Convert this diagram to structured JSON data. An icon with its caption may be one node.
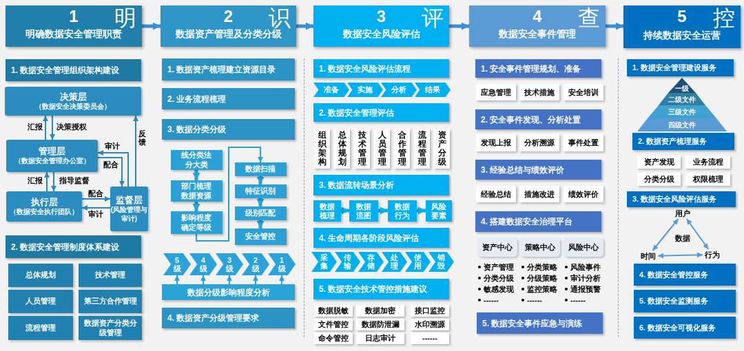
{
  "diagram": {
    "nodes": [
      {
        "text": [
          "1",
          "明",
          "明确数据安全管理职责"
        ]
      },
      {
        "text": [
          "1. 数据安全管理组织架构建设"
        ]
      },
      {
        "text": [
          "决策层",
          "（数据安全决策委员会）"
        ]
      },
      {
        "text": [
          "管理层",
          "（数据安全管理办公室）"
        ]
      },
      {
        "text": [
          "执行层",
          "（数据安全执行团队）"
        ]
      },
      {
        "text": [
          "监督层",
          "(风险管理与审计)"
        ]
      },
      {
        "text": [
          "2. 数据安全管理制度体系建设"
        ]
      },
      {
        "text": [
          "总体规划"
        ]
      },
      {
        "text": [
          "技术管理"
        ]
      },
      {
        "text": [
          "人员管理"
        ]
      },
      {
        "text": [
          "第三方合作管理"
        ]
      },
      {
        "text": [
          "流程管理"
        ]
      },
      {
        "text": [
          "数据资产分类分级管理"
        ]
      },
      {
        "text": [
          "2",
          "识",
          "数据资产管理及分类分级"
        ]
      },
      {
        "text": [
          "1. 数据资产梳理建立资源目录"
        ]
      },
      {
        "text": [
          "2. 业务流程梳理"
        ]
      },
      {
        "text": [
          "3. 数据分类分级"
        ]
      },
      {
        "text": [
          "线分类法分大类"
        ]
      },
      {
        "text": [
          "部门梳理数据资源"
        ]
      },
      {
        "text": [
          "影响程度确定等级"
        ]
      },
      {
        "text": [
          "数据扫描"
        ]
      },
      {
        "text": [
          "特征识别"
        ]
      },
      {
        "text": [
          "级别匹配"
        ]
      },
      {
        "text": [
          "安全管控"
        ]
      },
      {
        "text": [
          "5级"
        ]
      },
      {
        "text": [
          "4级"
        ]
      },
      {
        "text": [
          "3级"
        ]
      },
      {
        "text": [
          "2级"
        ]
      },
      {
        "text": [
          "1级"
        ]
      },
      {
        "text": [
          "数据分级影响程度分析"
        ]
      },
      {
        "text": [
          "4. 数据资产分级管理要求"
        ]
      },
      {
        "text": [
          "3",
          "评",
          "数据安全风险评估"
        ]
      },
      {
        "text": [
          "1. 数据安全风险评估流程"
        ]
      },
      {
        "text": [
          "准备"
        ]
      },
      {
        "text": [
          "实施"
        ]
      },
      {
        "text": [
          "分析"
        ]
      },
      {
        "text": [
          "结果"
        ]
      },
      {
        "text": [
          "2. 数据安全管理评估"
        ]
      },
      {
        "text": [
          "组织架构"
        ]
      },
      {
        "text": [
          "总体规划"
        ]
      },
      {
        "text": [
          "技术管理"
        ]
      },
      {
        "text": [
          "人员管理"
        ]
      },
      {
        "text": [
          "合作管理"
        ]
      },
      {
        "text": [
          "流程管理"
        ]
      },
      {
        "text": [
          "资产分级"
        ]
      },
      {
        "text": [
          "3. 数据流转场景分析"
        ]
      },
      {
        "text": [
          "数据梳理"
        ]
      },
      {
        "text": [
          "数据流图"
        ]
      },
      {
        "text": [
          "数据行为"
        ]
      },
      {
        "text": [
          "风险要素"
        ]
      },
      {
        "text": [
          "4. 生命周期各阶段风险评估"
        ]
      },
      {
        "text": [
          "采集"
        ]
      },
      {
        "text": [
          "传输"
        ]
      },
      {
        "text": [
          "存储"
        ]
      },
      {
        "text": [
          "处理"
        ]
      },
      {
        "text": [
          "使用"
        ]
      },
      {
        "text": [
          "销毁"
        ]
      },
      {
        "text": [
          "5. 数据安全技术管控措施建议"
        ]
      },
      {
        "text": [
          "数据脱敏"
        ]
      },
      {
        "text": [
          "数据加密"
        ]
      },
      {
        "text": [
          "接口监控"
        ]
      },
      {
        "text": [
          "文件管控"
        ]
      },
      {
        "text": [
          "数据防泄漏"
        ]
      },
      {
        "text": [
          "水印溯源"
        ]
      },
      {
        "text": [
          "命令管控"
        ]
      },
      {
        "text": [
          "日志审计"
        ]
      },
      {
        "text": [
          "------"
        ]
      },
      {
        "text": [
          "4",
          "查",
          "数据安全事件管理"
        ]
      },
      {
        "text": [
          "1. 安全事件管理规划、准备"
        ]
      },
      {
        "text": [
          "应急管理"
        ]
      },
      {
        "text": [
          "技术措施"
        ]
      },
      {
        "text": [
          "安全培训"
        ]
      },
      {
        "text": [
          "2. 安全事件发现、分析处置"
        ]
      },
      {
        "text": [
          "发现上报"
        ]
      },
      {
        "text": [
          "分析溯源"
        ]
      },
      {
        "text": [
          "事件处置"
        ]
      },
      {
        "text": [
          "3. 经验总结与绩效评价"
        ]
      },
      {
        "text": [
          "经验总结"
        ]
      },
      {
        "text": [
          "措施改进"
        ]
      },
      {
        "text": [
          "绩效评价"
        ]
      },
      {
        "text": [
          "4. 搭建数据安全治理平台"
        ]
      },
      {
        "text": [
          "资产中心"
        ]
      },
      {
        "text": [
          "策略中心"
        ]
      },
      {
        "text": [
          "风险中心"
        ]
      },
      {
        "text": [
          "5. 数据安全事件应急与演练"
        ]
      },
      {
        "text": [
          "5",
          "控",
          "持续数据安全运营"
        ]
      },
      {
        "text": [
          "1. 数据安全管理建设服务"
        ]
      },
      {
        "text": [
          "一级"
        ]
      },
      {
        "text": [
          "二级文件"
        ]
      },
      {
        "text": [
          "三级文件"
        ]
      },
      {
        "text": [
          "四级文件"
        ]
      },
      {
        "text": [
          "2. 数据资产梳理服务"
        ]
      },
      {
        "text": [
          "资产发现"
        ]
      },
      {
        "text": [
          "业务流程"
        ]
      },
      {
        "text": [
          "分类分级"
        ]
      },
      {
        "text": [
          "权限梳理"
        ]
      },
      {
        "text": [
          "3. 数据安全风险评估服务"
        ]
      },
      {
        "text": [
          "用户"
        ]
      },
      {
        "text": [
          "时间"
        ]
      },
      {
        "text": [
          "行为"
        ]
      },
      {
        "text": [
          "4. 数据安全管控服务"
        ]
      },
      {
        "text": [
          "5. 数据安全监测服务"
        ]
      },
      {
        "text": [
          "6. 数据安全可视化服务"
        ]
      }
    ],
    "edges": [
      {
        "from": 0,
        "to": 13,
        "arrow": "to",
        "style": "thick",
        "color": "#3b8fd4"
      },
      {
        "from": 13,
        "to": 31,
        "arrow": "to",
        "style": "thick",
        "color": "#3b8fd4"
      },
      {
        "from": 31,
        "to": 67,
        "arrow": "to",
        "style": "thick",
        "color": "#3b8fd4"
      },
      {
        "from": 67,
        "to": 85,
        "arrow": "to",
        "style": "thick",
        "color": "#3b8fd4"
      },
      {
        "from": 3,
        "to": 2,
        "arrow": "to",
        "label": "汇报",
        "color": "#2a88bb"
      },
      {
        "from": 2,
        "to": 3,
        "arrow": "to",
        "label": "决策授权",
        "color": "#2a88bb"
      },
      {
        "from": 5,
        "to": 3,
        "arrow": "to",
        "label": "审计",
        "color": "#2a88bb"
      },
      {
        "from": 3,
        "to": 5,
        "arrow": "to",
        "label": "配合",
        "color": "#2a88bb"
      },
      {
        "from": 5,
        "to": 2,
        "arrow": "to",
        "label": "反馈",
        "color": "#2a88bb"
      },
      {
        "from": 4,
        "to": 3,
        "arrow": "to",
        "label": "汇报",
        "color": "#2a88bb"
      },
      {
        "from": 3,
        "to": 4,
        "arrow": "to",
        "label": "指导监督",
        "color": "#2a88bb"
      },
      {
        "from": 4,
        "to": 5,
        "arrow": "to",
        "label": "配合",
        "color": "#2a88bb"
      },
      {
        "from": 5,
        "to": 4,
        "arrow": "to",
        "label": "审计",
        "color": "#2a88bb"
      },
      {
        "from": 17,
        "to": 18,
        "arrow": "to",
        "style": "thick"
      },
      {
        "from": 18,
        "to": 19,
        "arrow": "to",
        "style": "thick"
      },
      {
        "from": 19,
        "to": 20,
        "arrow": "to"
      },
      {
        "from": 20,
        "to": 21,
        "arrow": "to",
        "style": "thick"
      },
      {
        "from": 21,
        "to": 22,
        "arrow": "to",
        "style": "thick"
      },
      {
        "from": 22,
        "to": 23,
        "arrow": "to",
        "style": "thick"
      },
      {
        "from": 29,
        "to": 24,
        "arrow": "to"
      },
      {
        "from": 29,
        "to": 25,
        "arrow": "to"
      },
      {
        "from": 29,
        "to": 26,
        "arrow": "to"
      },
      {
        "from": 29,
        "to": 27,
        "arrow": "to"
      },
      {
        "from": 29,
        "to": 28,
        "arrow": "to"
      },
      {
        "from": 46,
        "to": 47,
        "arrow": "to",
        "style": "thick",
        "color": "#00b0f0"
      },
      {
        "from": 47,
        "to": 48,
        "arrow": "to",
        "style": "thick",
        "color": "#00b0f0"
      },
      {
        "from": 48,
        "to": 49,
        "arrow": "to",
        "style": "thick",
        "color": "#00b0f0"
      },
      {
        "from": 97,
        "to": 98,
        "arrow": "both",
        "color": "#5b9bd5"
      },
      {
        "from": 97,
        "to": 99,
        "arrow": "both",
        "color": "#5b9bd5"
      },
      {
        "from": 98,
        "to": 99,
        "arrow": "both",
        "color": "#5b9bd5"
      }
    ],
    "labels": [
      "资产管理",
      "分类策略",
      "风险事件",
      "分类分级",
      "分级策略",
      "审计分析",
      "敏感发现",
      "监控策略",
      "通报预警",
      "------",
      "------",
      "------",
      "数据"
    ]
  }
}
